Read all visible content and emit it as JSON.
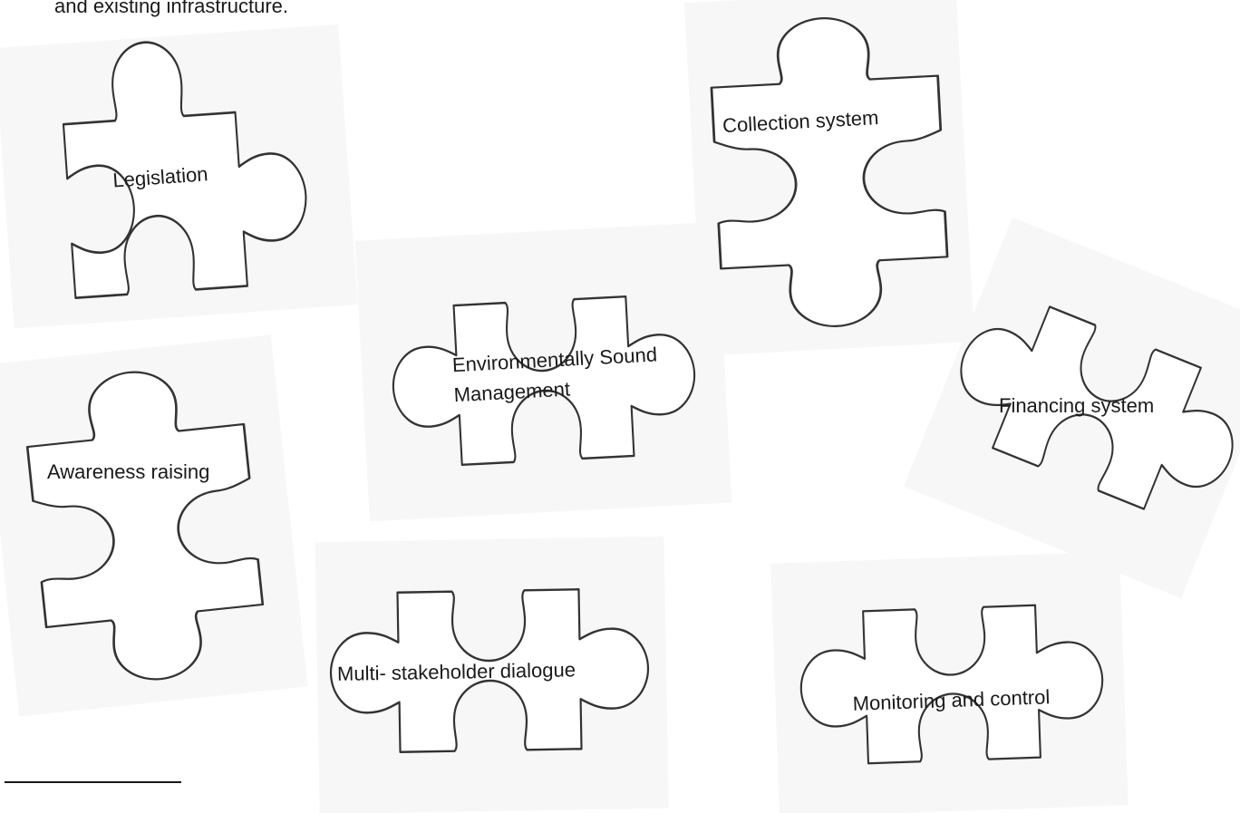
{
  "header": {
    "text": "and existing infrastructure."
  },
  "pieces": {
    "legislation": "Legislation",
    "collection": "Collection system",
    "esm_line1": "Environmentally Sound",
    "esm_line2": "Management",
    "financing": "Financing system",
    "awareness": "Awareness raising",
    "dialogue": "Multi- stakeholder dialogue",
    "monitoring": "Monitoring and control"
  }
}
